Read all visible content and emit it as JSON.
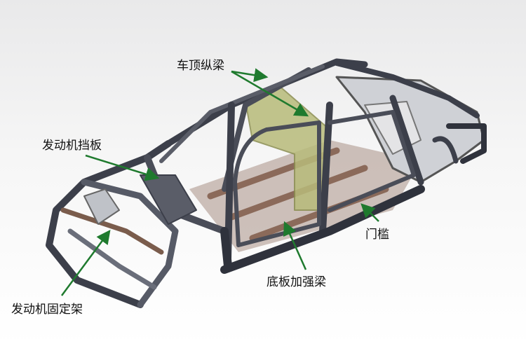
{
  "labels": {
    "roof_rail": "车顶纵梁",
    "firewall": "发动机挡板",
    "sill": "门槛",
    "floor_reinforcement": "底板加强梁",
    "engine_mount": "发动机固定架"
  },
  "colors": {
    "arrow": "#1f7a2e",
    "frame": "#3c3f4a",
    "frame_light": "#8a8e99",
    "reinforcement": "#a6a86a",
    "floor": "#8b6a5a"
  }
}
